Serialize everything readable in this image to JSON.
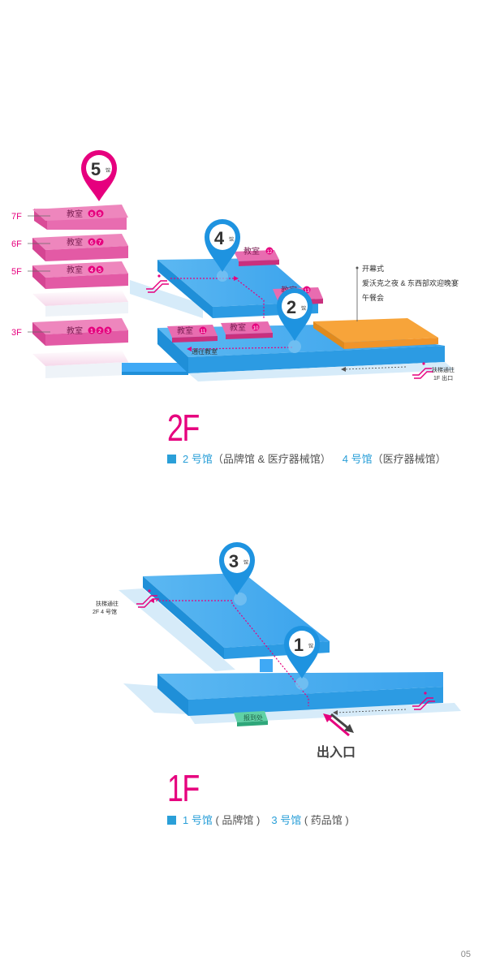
{
  "floor2": {
    "title": "2F",
    "legend": {
      "hall2": "2 号馆",
      "hall2_desc": "（品牌馆 & 医疗器械馆）",
      "hall4": "4 号馆",
      "hall4_desc": "（医疗器械馆）"
    },
    "side_floors": {
      "f7": "7F",
      "f6": "6F",
      "f5": "5F",
      "f3": "3F"
    },
    "classroom_word": "教室",
    "classrooms": {
      "c89": [
        "8",
        "9"
      ],
      "c67": [
        "6",
        "7"
      ],
      "c45": [
        "4",
        "5"
      ],
      "c123": [
        "1",
        "2",
        "3"
      ],
      "c12": "12",
      "c13": "13",
      "c11": "11",
      "c10": "10"
    },
    "pins": {
      "p5": "5",
      "p4": "4",
      "p2": "2",
      "suffix": "馆"
    },
    "to_classroom": "通往教室",
    "events": [
      "开幕式",
      "爱沃克之夜 & 东西部欢迎晚宴",
      "午餐会"
    ],
    "escalator_label": [
      "扶梯通往",
      "1F 出口"
    ]
  },
  "floor1": {
    "title": "1F",
    "legend": {
      "hall1": "1 号馆",
      "hall1_desc": "( 品牌馆 )",
      "hall3": "3 号馆",
      "hall3_desc": "( 药品馆 )"
    },
    "pins": {
      "p3": "3",
      "p1": "1",
      "suffix": "馆"
    },
    "escalator_label": [
      "扶梯通往",
      "2F 4 号馆"
    ],
    "registration": "报到处",
    "entrance": "出入口"
  },
  "page_number": "05",
  "colors": {
    "magenta": "#e6007e",
    "blue_top": "#3fa9f5",
    "blue_side": "#1f8fd8",
    "pale_blue": "#cfe6f7",
    "orange": "#f7a43a",
    "legend_blue": "#2a9fd8"
  }
}
